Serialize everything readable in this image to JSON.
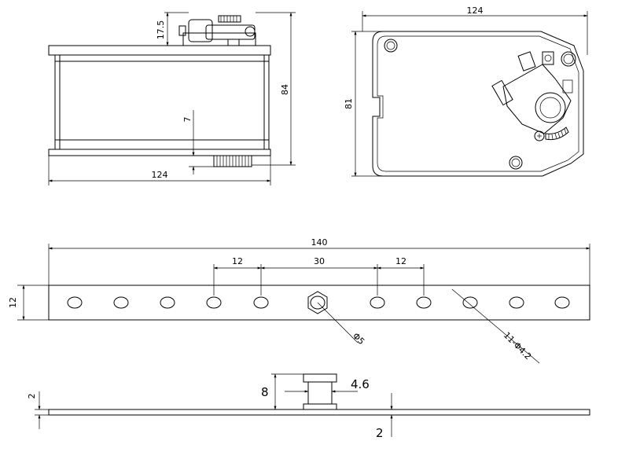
{
  "actuator": {
    "side_view": {
      "dim_height_top": "17.5",
      "dim_height": "84",
      "dim_small": "7",
      "dim_width": "124"
    },
    "front_view": {
      "dim_width": "124",
      "dim_height": "81"
    }
  },
  "plate": {
    "dim_length": "140",
    "dim_height": "12",
    "dim_pitch_left": "12",
    "dim_center": "30",
    "dim_pitch_right": "12",
    "dim_center_hole": "Φ5",
    "dim_holes": "11-Φ4.2"
  },
  "bracket": {
    "dim_thickness_left": "2",
    "dim_stud_height": "8",
    "dim_stud_width": "4.6",
    "dim_thickness_right": "2"
  }
}
